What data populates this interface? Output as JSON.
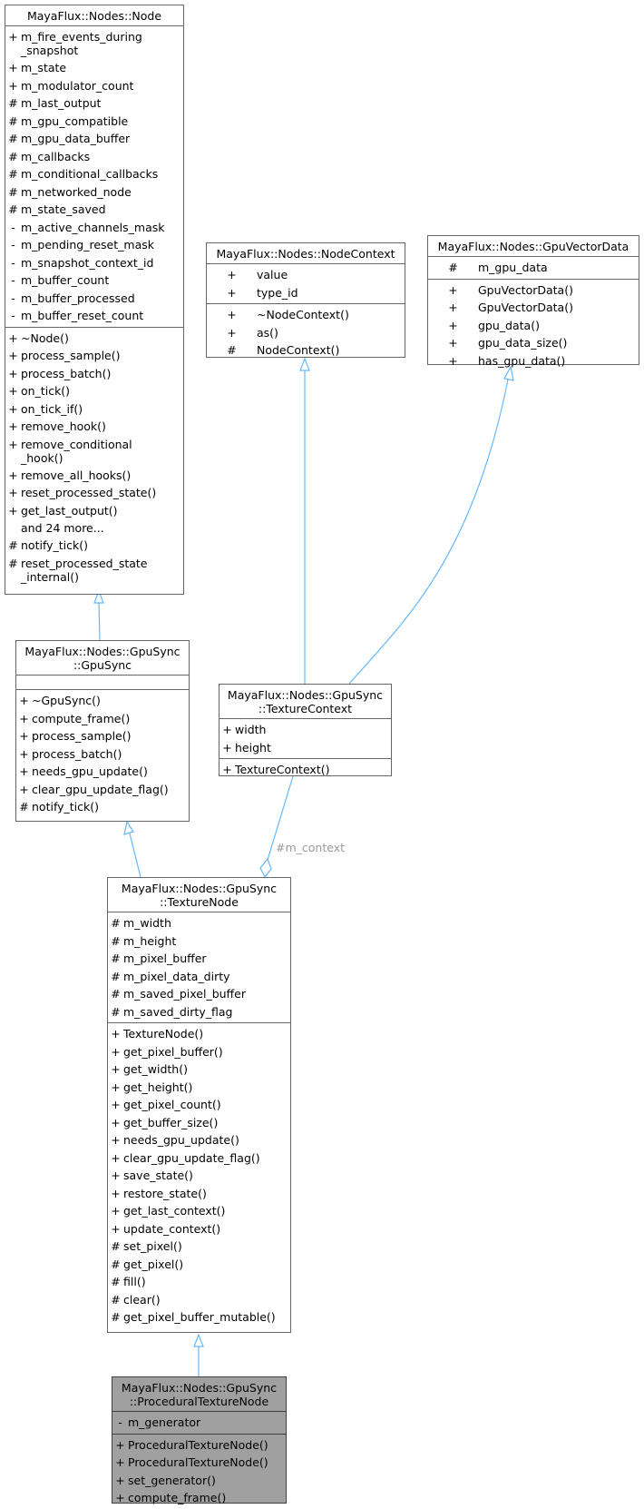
{
  "diagram": {
    "classes": {
      "node": {
        "title": [
          "MayaFlux::Nodes::Node"
        ],
        "attributes": [
          {
            "v": "+",
            "n": "m_fire_events_during\n_snapshot"
          },
          {
            "v": "+",
            "n": "m_state"
          },
          {
            "v": "+",
            "n": "m_modulator_count"
          },
          {
            "v": "#",
            "n": "m_last_output"
          },
          {
            "v": "#",
            "n": "m_gpu_compatible"
          },
          {
            "v": "#",
            "n": "m_gpu_data_buffer"
          },
          {
            "v": "#",
            "n": "m_callbacks"
          },
          {
            "v": "#",
            "n": "m_conditional_callbacks"
          },
          {
            "v": "#",
            "n": "m_networked_node"
          },
          {
            "v": "#",
            "n": "m_state_saved"
          },
          {
            "v": "-",
            "n": "m_active_channels_mask"
          },
          {
            "v": "-",
            "n": "m_pending_reset_mask"
          },
          {
            "v": "-",
            "n": "m_snapshot_context_id"
          },
          {
            "v": "-",
            "n": "m_buffer_count"
          },
          {
            "v": "-",
            "n": "m_buffer_processed"
          },
          {
            "v": "-",
            "n": "m_buffer_reset_count"
          }
        ],
        "methods": [
          {
            "v": "+",
            "n": "~Node()"
          },
          {
            "v": "+",
            "n": "process_sample()"
          },
          {
            "v": "+",
            "n": "process_batch()"
          },
          {
            "v": "+",
            "n": "on_tick()"
          },
          {
            "v": "+",
            "n": "on_tick_if()"
          },
          {
            "v": "+",
            "n": "remove_hook()"
          },
          {
            "v": "+",
            "n": "remove_conditional\n_hook()"
          },
          {
            "v": "+",
            "n": "remove_all_hooks()"
          },
          {
            "v": "+",
            "n": "reset_processed_state()"
          },
          {
            "v": "+",
            "n": "get_last_output()"
          },
          {
            "v": "",
            "n": "and 24 more..."
          },
          {
            "v": "#",
            "n": "notify_tick()"
          },
          {
            "v": "#",
            "n": "reset_processed_state\n_internal()"
          }
        ]
      },
      "node_context": {
        "title": [
          "MayaFlux::Nodes::NodeContext"
        ],
        "attributes": [
          {
            "v": "+",
            "n": "value"
          },
          {
            "v": "+",
            "n": "type_id"
          }
        ],
        "methods": [
          {
            "v": "+",
            "n": "~NodeContext()"
          },
          {
            "v": "+",
            "n": "as()"
          },
          {
            "v": "#",
            "n": "NodeContext()"
          }
        ]
      },
      "gpu_vector_data": {
        "title": [
          "MayaFlux::Nodes::GpuVectorData"
        ],
        "attributes": [
          {
            "v": "#",
            "n": "m_gpu_data"
          }
        ],
        "methods": [
          {
            "v": "+",
            "n": "GpuVectorData()"
          },
          {
            "v": "+",
            "n": "GpuVectorData()"
          },
          {
            "v": "+",
            "n": "gpu_data()"
          },
          {
            "v": "+",
            "n": "gpu_data_size()"
          },
          {
            "v": "+",
            "n": "has_gpu_data()"
          }
        ]
      },
      "gpu_sync": {
        "title": [
          "MayaFlux::Nodes::GpuSync",
          "::GpuSync"
        ],
        "attributes": [],
        "methods": [
          {
            "v": "+",
            "n": "~GpuSync()"
          },
          {
            "v": "+",
            "n": "compute_frame()"
          },
          {
            "v": "+",
            "n": "process_sample()"
          },
          {
            "v": "+",
            "n": "process_batch()"
          },
          {
            "v": "+",
            "n": "needs_gpu_update()"
          },
          {
            "v": "+",
            "n": "clear_gpu_update_flag()"
          },
          {
            "v": "#",
            "n": "notify_tick()"
          }
        ]
      },
      "texture_context": {
        "title": [
          "MayaFlux::Nodes::GpuSync",
          "::TextureContext"
        ],
        "attributes": [
          {
            "v": "+",
            "n": "width"
          },
          {
            "v": "+",
            "n": "height"
          }
        ],
        "methods": [
          {
            "v": "+",
            "n": "TextureContext()"
          }
        ]
      },
      "texture_node": {
        "title": [
          "MayaFlux::Nodes::GpuSync",
          "::TextureNode"
        ],
        "attributes": [
          {
            "v": "#",
            "n": "m_width"
          },
          {
            "v": "#",
            "n": "m_height"
          },
          {
            "v": "#",
            "n": "m_pixel_buffer"
          },
          {
            "v": "#",
            "n": "m_pixel_data_dirty"
          },
          {
            "v": "#",
            "n": "m_saved_pixel_buffer"
          },
          {
            "v": "#",
            "n": "m_saved_dirty_flag"
          }
        ],
        "methods": [
          {
            "v": "+",
            "n": "TextureNode()"
          },
          {
            "v": "+",
            "n": "get_pixel_buffer()"
          },
          {
            "v": "+",
            "n": "get_width()"
          },
          {
            "v": "+",
            "n": "get_height()"
          },
          {
            "v": "+",
            "n": "get_pixel_count()"
          },
          {
            "v": "+",
            "n": "get_buffer_size()"
          },
          {
            "v": "+",
            "n": "needs_gpu_update()"
          },
          {
            "v": "+",
            "n": "clear_gpu_update_flag()"
          },
          {
            "v": "+",
            "n": "save_state()"
          },
          {
            "v": "+",
            "n": "restore_state()"
          },
          {
            "v": "+",
            "n": "get_last_context()"
          },
          {
            "v": "+",
            "n": "update_context()"
          },
          {
            "v": "#",
            "n": "set_pixel()"
          },
          {
            "v": "#",
            "n": "get_pixel()"
          },
          {
            "v": "#",
            "n": "fill()"
          },
          {
            "v": "#",
            "n": "clear()"
          },
          {
            "v": "#",
            "n": "get_pixel_buffer_mutable()"
          }
        ]
      },
      "procedural_texture_node": {
        "title": [
          "MayaFlux::Nodes::GpuSync",
          "::ProceduralTextureNode"
        ],
        "attributes": [
          {
            "v": "-",
            "n": "m_generator"
          }
        ],
        "methods": [
          {
            "v": "+",
            "n": "ProceduralTextureNode()"
          },
          {
            "v": "+",
            "n": "ProceduralTextureNode()"
          },
          {
            "v": "+",
            "n": "set_generator()"
          },
          {
            "v": "+",
            "n": "compute_frame()"
          }
        ]
      }
    },
    "edge_labels": {
      "context": "#m_context"
    },
    "colors": {
      "edge": "#63b8ff",
      "highlight_fill": "#a0a0a0"
    }
  }
}
